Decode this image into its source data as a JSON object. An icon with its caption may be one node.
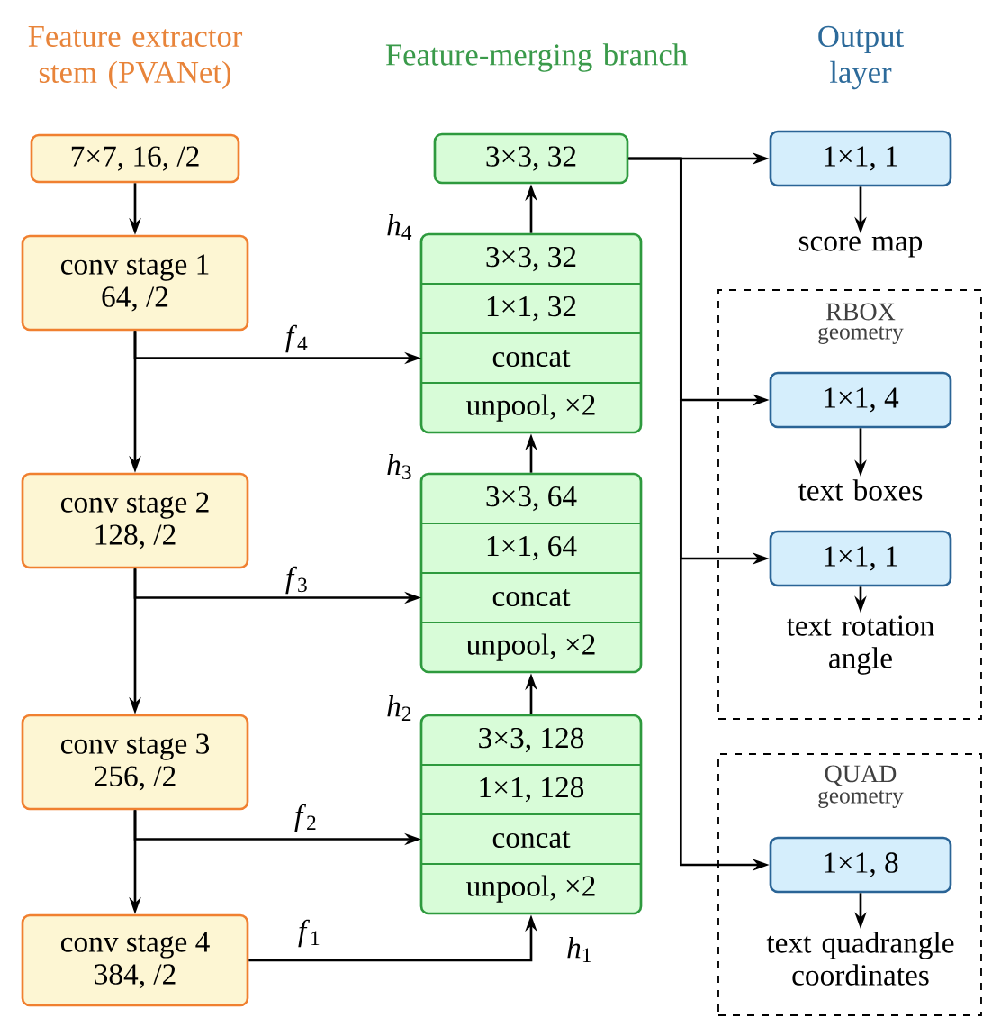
{
  "diagram": {
    "nodes": [
      {
        "text": [
          "7×7, 16, /2"
        ]
      },
      {
        "text": [
          "conv stage 1",
          "64, /2"
        ]
      },
      {
        "text": [
          "conv stage 2",
          "128, /2"
        ]
      },
      {
        "text": [
          "conv stage 3",
          "256, /2"
        ]
      },
      {
        "text": [
          "conv stage 4",
          "384, /2"
        ]
      },
      {
        "text": [
          "3×3, 32"
        ]
      },
      {
        "text": [
          "3×3, 32",
          "1×1, 32",
          "concat",
          "unpool, ×2"
        ],
        "beside": [
          "*h*$_{4}$"
        ]
      },
      {
        "text": [
          "3×3, 64",
          "1×1, 64",
          "concat",
          "unpool, ×2"
        ],
        "beside": [
          "*h*$_{3}$"
        ]
      },
      {
        "text": [
          "3×3, 128",
          "1×1, 128",
          "concat",
          "unpool, ×2"
        ],
        "beside": [
          "*h*$_{2}$",
          "*h*$_{1}$"
        ]
      },
      {
        "text": [
          "1×1, 1"
        ]
      },
      {
        "text": [
          "score map"
        ]
      },
      {
        "text": [
          "RBOX",
          "geometry"
        ]
      },
      {
        "text": [
          "1×1, 4"
        ],
        "in": 11
      },
      {
        "text": [
          "text boxes"
        ],
        "in": 11
      },
      {
        "text": [
          "1×1, 1"
        ],
        "in": 11
      },
      {
        "text": [
          "text rotation angle"
        ],
        "in": 11
      },
      {
        "text": [
          "QUAD",
          "geometry"
        ]
      },
      {
        "text": [
          "1×1, 8"
        ],
        "in": 16
      },
      {
        "text": [
          "text quadrangle coordinates"
        ],
        "in": 16
      }
    ],
    "edges": [
      {
        "from": 0,
        "to": 1,
        "arrow": "to"
      },
      {
        "from": 1,
        "to": 2,
        "arrow": "to"
      },
      {
        "from": 1,
        "to": 6,
        "arrow": "to",
        "label": "*f*$_{4}$"
      },
      {
        "from": 2,
        "to": 3,
        "arrow": "to"
      },
      {
        "from": 2,
        "to": 7,
        "arrow": "to",
        "label": "*f*$_{3}$"
      },
      {
        "from": 3,
        "to": 4,
        "arrow": "to"
      },
      {
        "from": 3,
        "to": 8,
        "arrow": "to",
        "label": "*f*$_{2}$"
      },
      {
        "from": 4,
        "to": 8,
        "arrow": "to",
        "label": "*f*$_{1}$"
      },
      {
        "from": 8,
        "to": 7,
        "arrow": "to"
      },
      {
        "from": 7,
        "to": 6,
        "arrow": "to"
      },
      {
        "from": 6,
        "to": 5,
        "arrow": "to"
      },
      {
        "from": 5,
        "to": 9,
        "arrow": "to"
      },
      {
        "from": 5,
        "to": 12,
        "arrow": "to"
      },
      {
        "from": 5,
        "to": 14,
        "arrow": "to"
      },
      {
        "from": 5,
        "to": 17,
        "arrow": "to"
      },
      {
        "from": 9,
        "to": 10,
        "arrow": "to"
      },
      {
        "from": 12,
        "to": 13,
        "arrow": "to"
      },
      {
        "from": 14,
        "to": 15,
        "arrow": "to"
      },
      {
        "from": 17,
        "to": 18,
        "arrow": "to"
      }
    ],
    "labels": [
      "Feature extractor stem (PVANet)",
      "Feature-merging branch",
      "Output layer"
    ]
  }
}
